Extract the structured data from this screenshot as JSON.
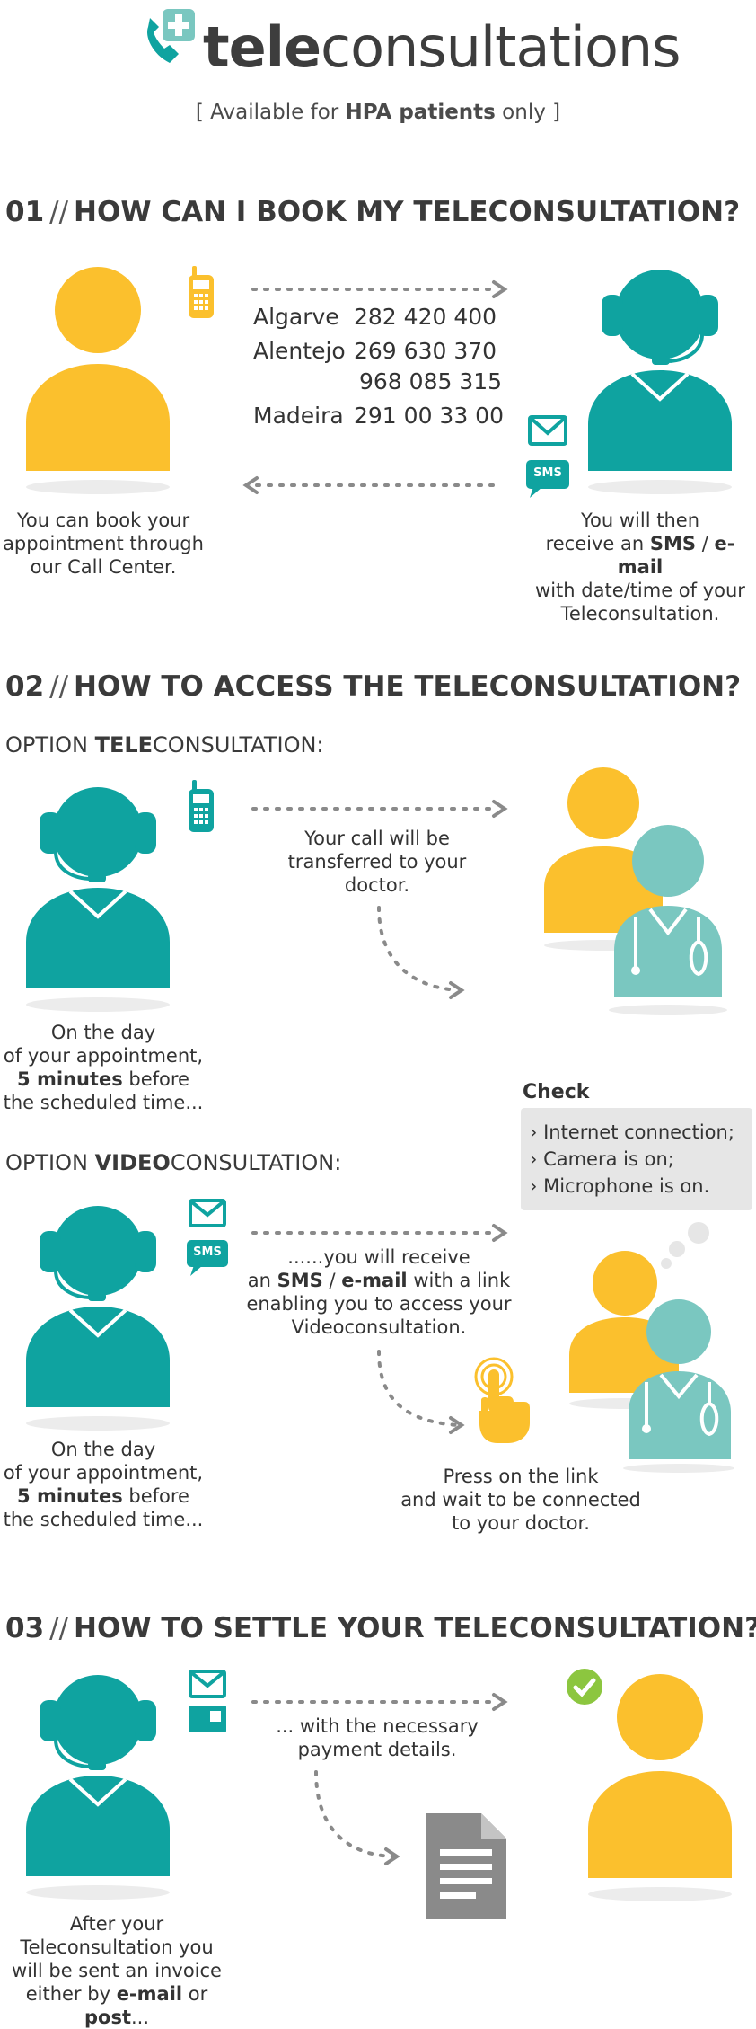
{
  "header": {
    "title_bold": "tele",
    "title_rest": "consultations",
    "subtitle_prefix": "[ Available for ",
    "subtitle_bold": "HPA patients",
    "subtitle_suffix": " only ]"
  },
  "section1": {
    "number": "01",
    "separator": "//",
    "title": "HOW CAN I BOOK MY TELECONSULTATION?",
    "phones": [
      {
        "region": "Algarve",
        "number": "282 420 400"
      },
      {
        "region": "Alentejo",
        "number": "269 630 370"
      },
      {
        "region": "",
        "number": "968 085 315"
      },
      {
        "region": "Madeira",
        "number": "291 00 33 00"
      }
    ],
    "caption_left": [
      "You can book your",
      "appointment through",
      "our Call Center."
    ],
    "caption_right_1": "You will then",
    "caption_right_2a": "receive an ",
    "caption_right_2b": "SMS",
    "caption_right_2c": " / ",
    "caption_right_2d": "e-mail",
    "caption_right_3": "with date/time of your",
    "caption_right_4": "Teleconsultation.",
    "sms_label": "SMS"
  },
  "section2": {
    "number": "02",
    "separator": "//",
    "title": "HOW TO ACCESS THE TELECONSULTATION?",
    "option1_prefix": "OPTION ",
    "option1_bold": "TELE",
    "option1_suffix": "CONSULTATION:",
    "option1_transfer": [
      "Your call will be",
      "transferred to your",
      "doctor."
    ],
    "option1_caption_1": "On the day",
    "option1_caption_2": "of your appointment,",
    "option1_caption_3b": "5 minutes",
    "option1_caption_3": " before",
    "option1_caption_4": "the scheduled time...",
    "check_label": "Check",
    "check_items": [
      "› Internet connection;",
      "› Camera is on;",
      "› Microphone is on."
    ],
    "option2_prefix": "OPTION ",
    "option2_bold": "VIDEO",
    "option2_suffix": "CONSULTATION:",
    "option2_receive_1": "......you will receive",
    "option2_receive_2a": "an ",
    "option2_receive_2b": "SMS",
    "option2_receive_2c": " / ",
    "option2_receive_2d": "e-mail",
    "option2_receive_2e": " with a link",
    "option2_receive_3": "enabling you to access your",
    "option2_receive_4": "Videoconsultation.",
    "press": [
      "Press on the link",
      "and wait to be connected",
      "to your doctor."
    ],
    "option2_caption_1": "On the day",
    "option2_caption_2": "of your appointment,",
    "option2_caption_3b": "5 minutes",
    "option2_caption_3": " before",
    "option2_caption_4": "the scheduled time...",
    "sms_label": "SMS"
  },
  "section3": {
    "number": "03",
    "separator": "//",
    "title": "HOW TO SETTLE YOUR TELECONSULTATION?",
    "payment": [
      "... with the necessary",
      "payment details."
    ],
    "caption_1": "After your",
    "caption_2": "Teleconsultation you",
    "caption_3": "will be sent an invoice",
    "caption_4a": "either by ",
    "caption_4b": "e-mail",
    "caption_4c": " or ",
    "caption_4d": "post",
    "caption_4e": "..."
  },
  "colors": {
    "teal": "#0fa3a0",
    "yellow": "#fbc02d",
    "light_teal": "#7ac7c0",
    "gray": "#8a8a8a",
    "dark_text": "#3a3a3a",
    "green": "#8cc63f"
  }
}
